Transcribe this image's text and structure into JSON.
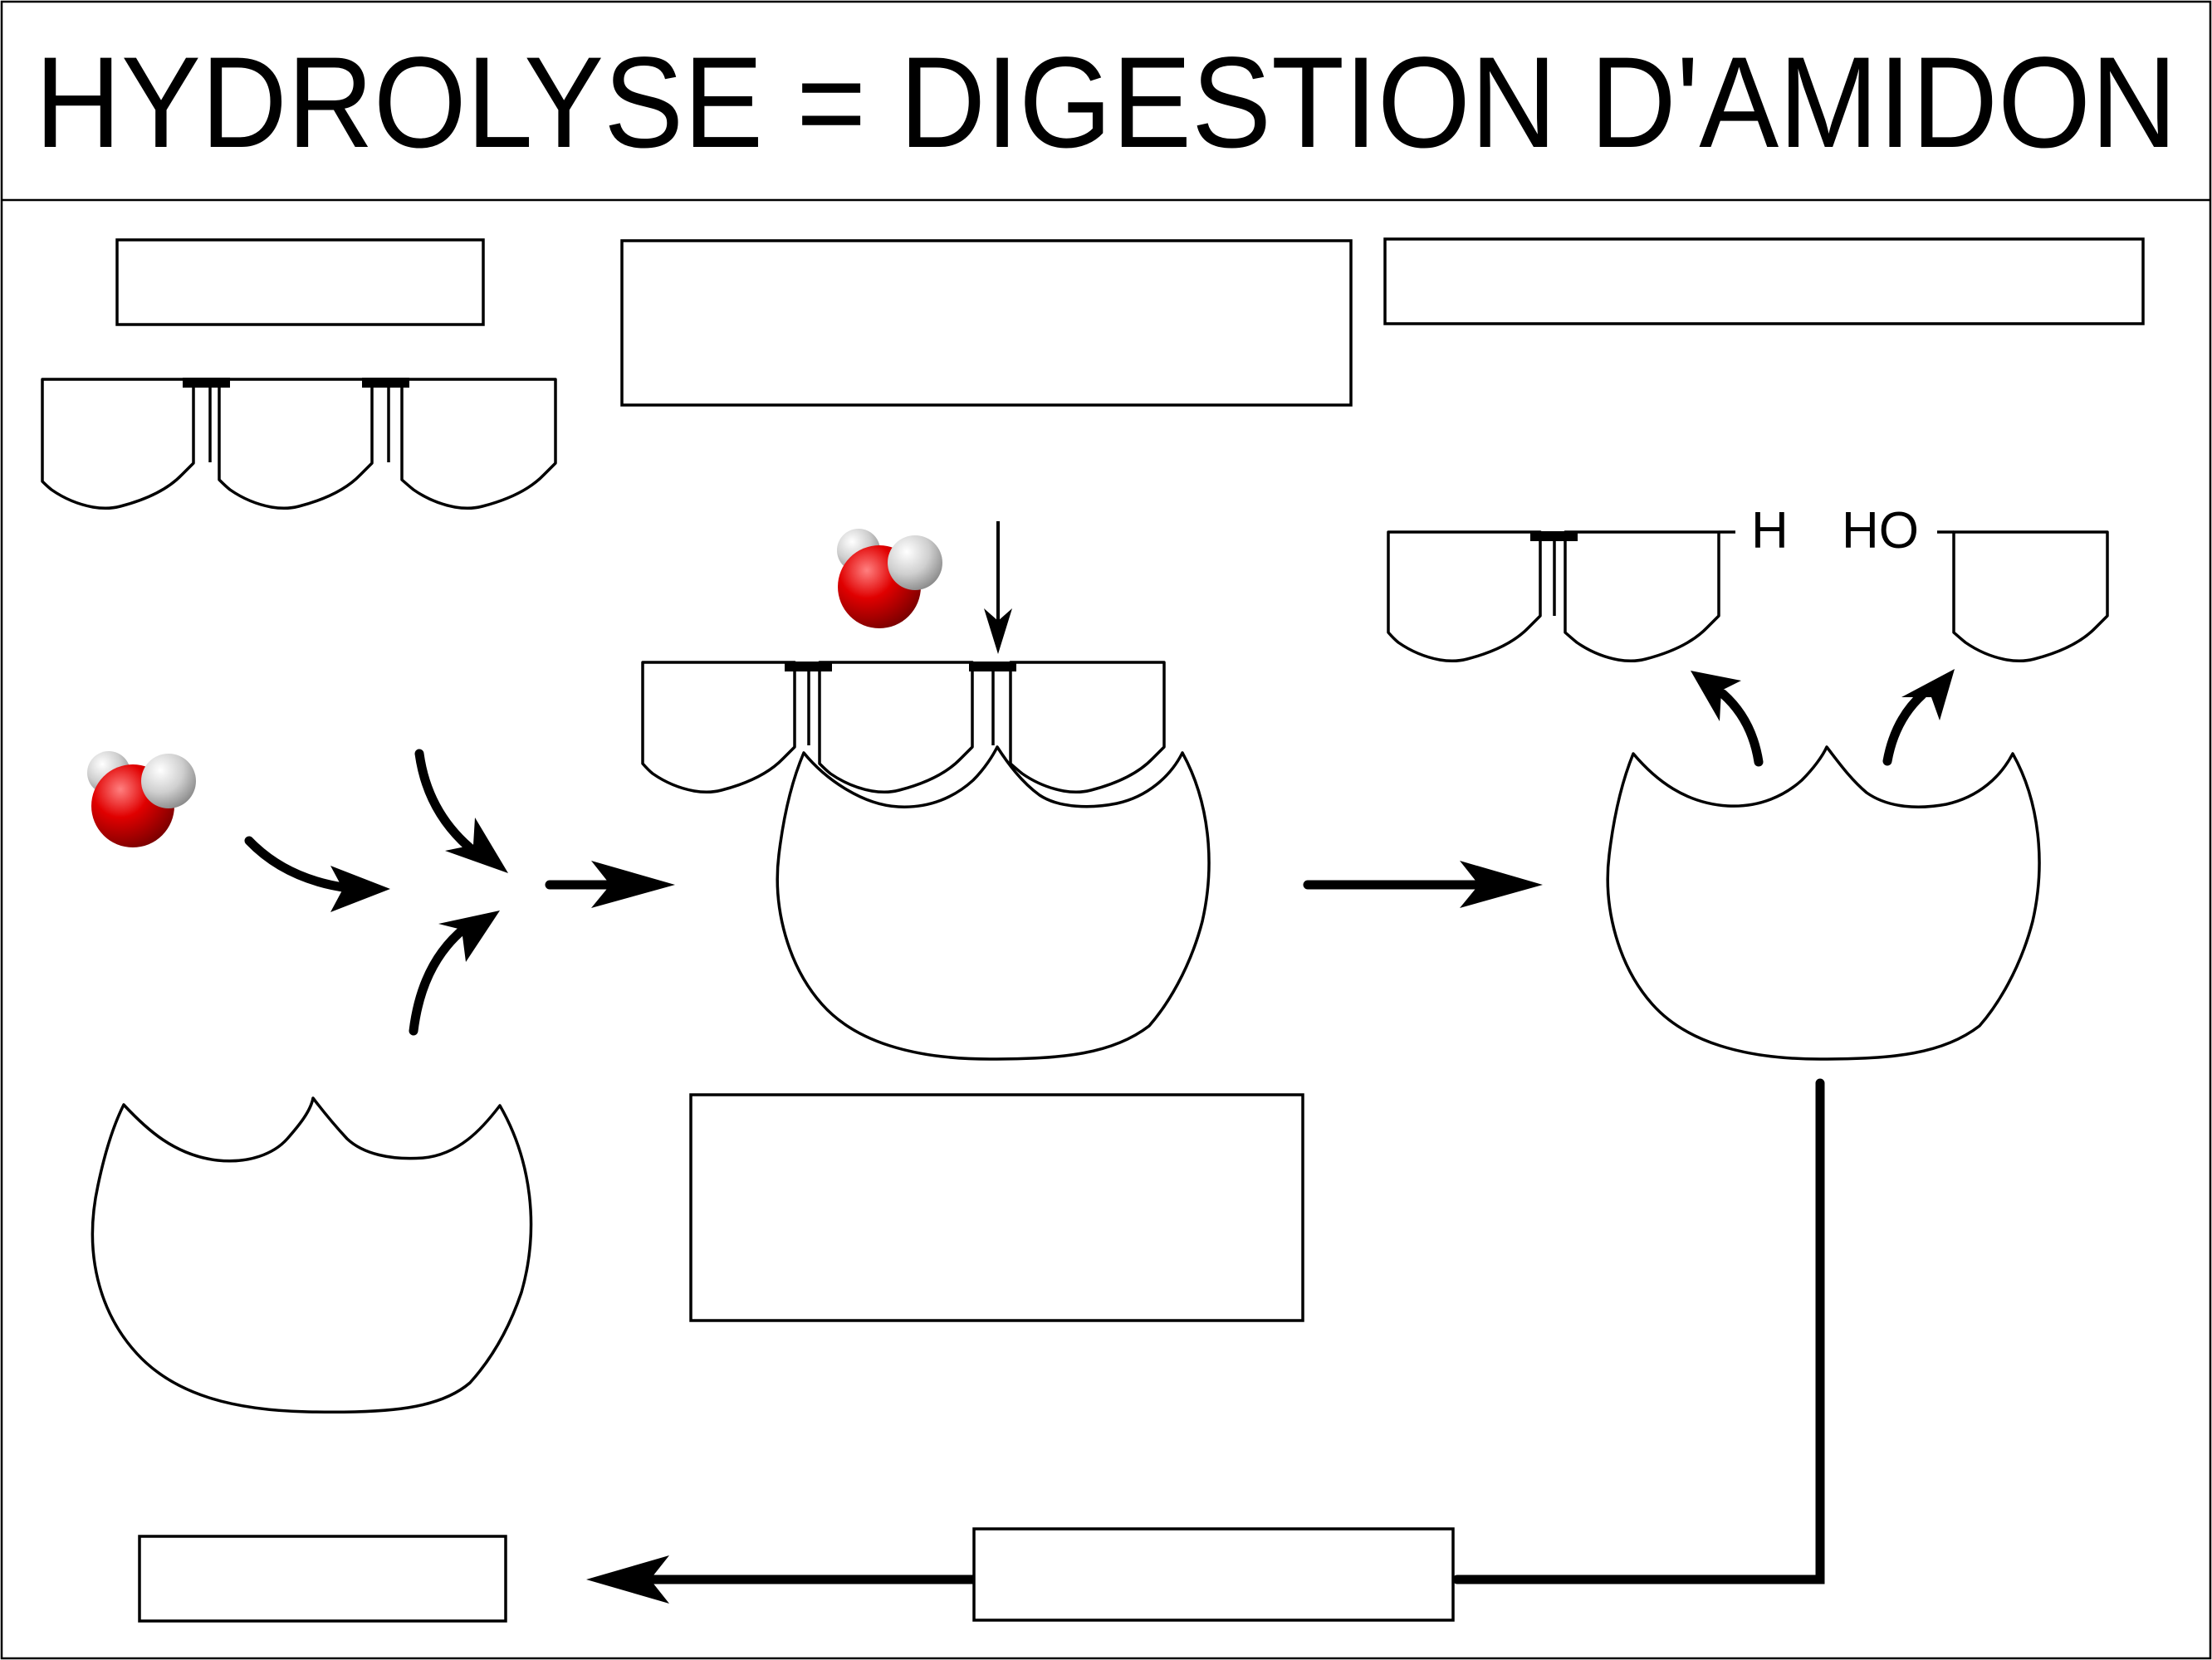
{
  "title": "HYDROLYSE = DIGESTION D'AMIDON",
  "labels": {
    "h": "H",
    "ho": "HO"
  },
  "colors": {
    "oxygen": "#e00000",
    "hydrogen": "#cccccc",
    "line": "#000000"
  }
}
